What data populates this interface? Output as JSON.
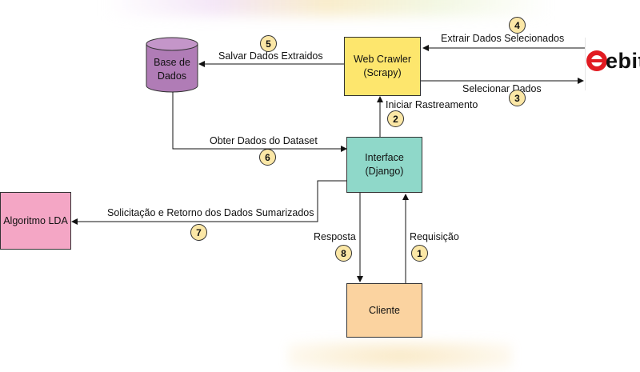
{
  "nodes": {
    "database": "Base de\nDados",
    "web_crawler": "Web Crawler\n(Scrapy)",
    "interface": "Interface\n(Django)",
    "algoritmo": "Algoritmo LDA",
    "cliente": "Cliente",
    "ebit_logo": "ebit"
  },
  "edges": {
    "salvar": "Salvar Dados Extraidos",
    "extrair": "Extrair Dados Selecionados",
    "selecionar": "Selecionar Dados",
    "iniciar": "Iniciar Rastreamento",
    "obter": "Obter Dados do Dataset",
    "solicitacao": "Solicitação e Retorno dos Dados Sumarizados",
    "resposta": "Resposta",
    "requisicao": "Requisição"
  },
  "steps": [
    "1",
    "2",
    "3",
    "4",
    "5",
    "6",
    "7",
    "8"
  ],
  "colors": {
    "database": "#b07cb6",
    "web_crawler": "#fde66d",
    "interface": "#8fd8c9",
    "algoritmo": "#f4a6c5",
    "cliente": "#fbd3a0",
    "badge": "#fbe7a6",
    "ebit_red": "#e11b22"
  }
}
